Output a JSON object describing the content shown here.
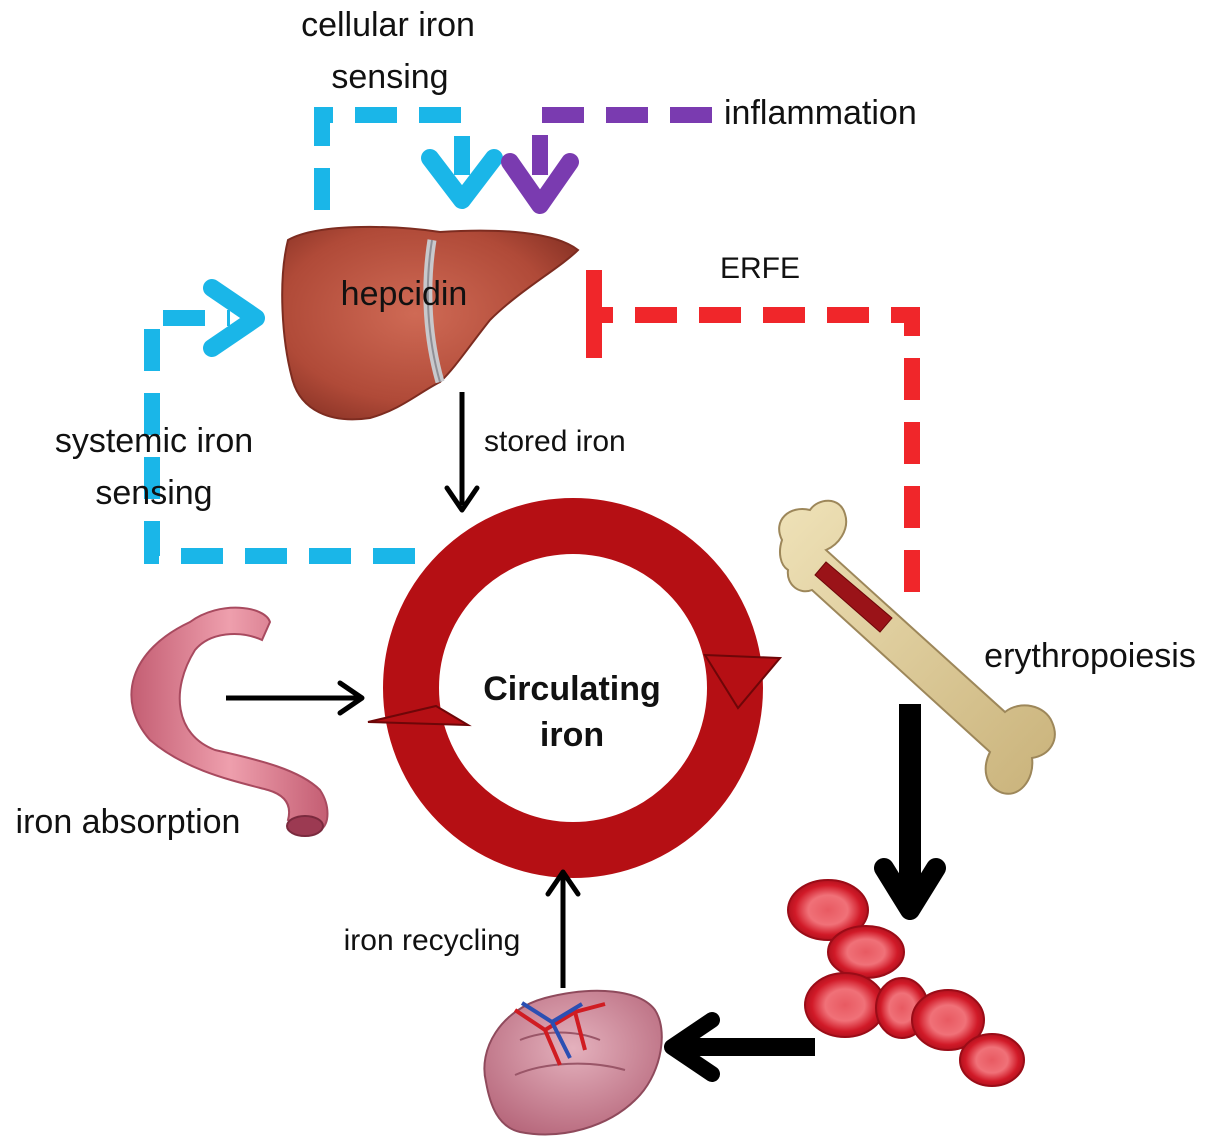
{
  "labels": {
    "cellular_iron_sensing": [
      "cellular iron",
      "sensing"
    ],
    "inflammation": "inflammation",
    "hepcidin": "hepcidin",
    "erfe": "ERFE",
    "systemic_iron_sensing": [
      "systemic iron",
      "sensing"
    ],
    "stored_iron": "stored iron",
    "circulating_iron": [
      "Circulating",
      "iron"
    ],
    "erythropoiesis": "erythropoiesis",
    "iron_absorption": "iron absorption",
    "iron_recycling": "iron recycling"
  },
  "colors": {
    "sensing_blue": "#1ab6e8",
    "inflammation_purple": "#7a3bb0",
    "erfe_red": "#f0262a",
    "cycle_red": "#b50f14",
    "arrow_black": "#000000",
    "liver": "#b5503d",
    "bone": "#e0cf9a",
    "rbc": "#d61f2d",
    "spleen": "#c97a8c",
    "intestine": "#d98091"
  },
  "icons": [
    "liver-icon",
    "bone-icon",
    "red-blood-cells-icon",
    "spleen-icon",
    "intestine-icon"
  ]
}
